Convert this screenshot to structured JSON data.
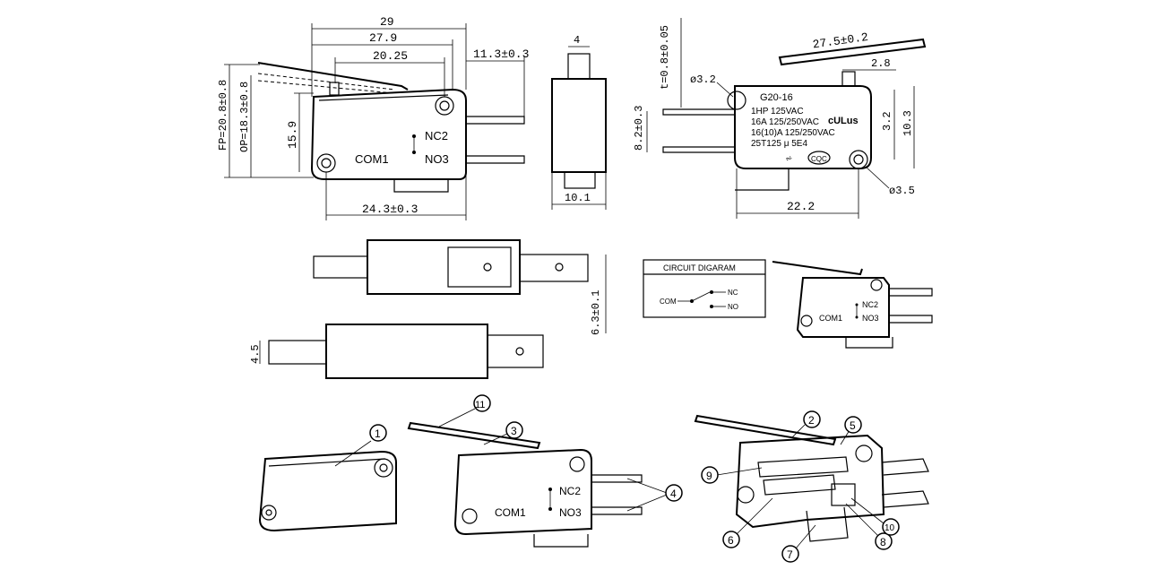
{
  "top_view": {
    "dim_29": "29",
    "dim_27_9": "27.9",
    "dim_20_25": "20.25",
    "dim_11_3": "11.3±0.3",
    "dim_fp": "FP=20.8±0.8",
    "dim_op": "OP=18.3±0.8",
    "dim_15_9": "15.9",
    "dim_24_3": "24.3±0.3",
    "label_nc": "NC2",
    "label_com": "COM1",
    "label_no": "NO3"
  },
  "side_view": {
    "dim_4": "4",
    "dim_10_1": "10.1"
  },
  "right_view": {
    "dim_t": "t=0.8±0.05",
    "dim_27_5": "27.5±0.2",
    "dim_2_8": "2.8",
    "dim_d3_2": "ø3.2",
    "dim_8_2": "8.2±0.3",
    "dim_3_2": "3.2",
    "dim_10_3": "10.3",
    "dim_d3_5": "ø3.5",
    "dim_22_2": "22.2",
    "model": "G20-16",
    "rating_1": "1HP 125VAC",
    "rating_2": "16A 125/250VAC",
    "rating_3": "16(10)A 125/250VAC",
    "rating_4": "25T125 μ 5E4",
    "cert_ul": "cULus",
    "cert_ccc": "CQC"
  },
  "bottom_views": {
    "dim_6_3": "6.3±0.1",
    "dim_4_5": "4.5"
  },
  "circuit": {
    "title": "CIRCUIT DIGARAM",
    "com": "COM",
    "nc": "NC",
    "no": "NO"
  },
  "iso_view": {
    "label_nc": "NC2",
    "label_com": "COM1",
    "label_no": "NO3"
  },
  "exploded": {
    "label_nc": "NC2",
    "label_com": "COM1",
    "label_no": "NO3",
    "callouts": [
      "1",
      "2",
      "3",
      "4",
      "5",
      "6",
      "7",
      "8",
      "9",
      "10",
      "11"
    ]
  }
}
